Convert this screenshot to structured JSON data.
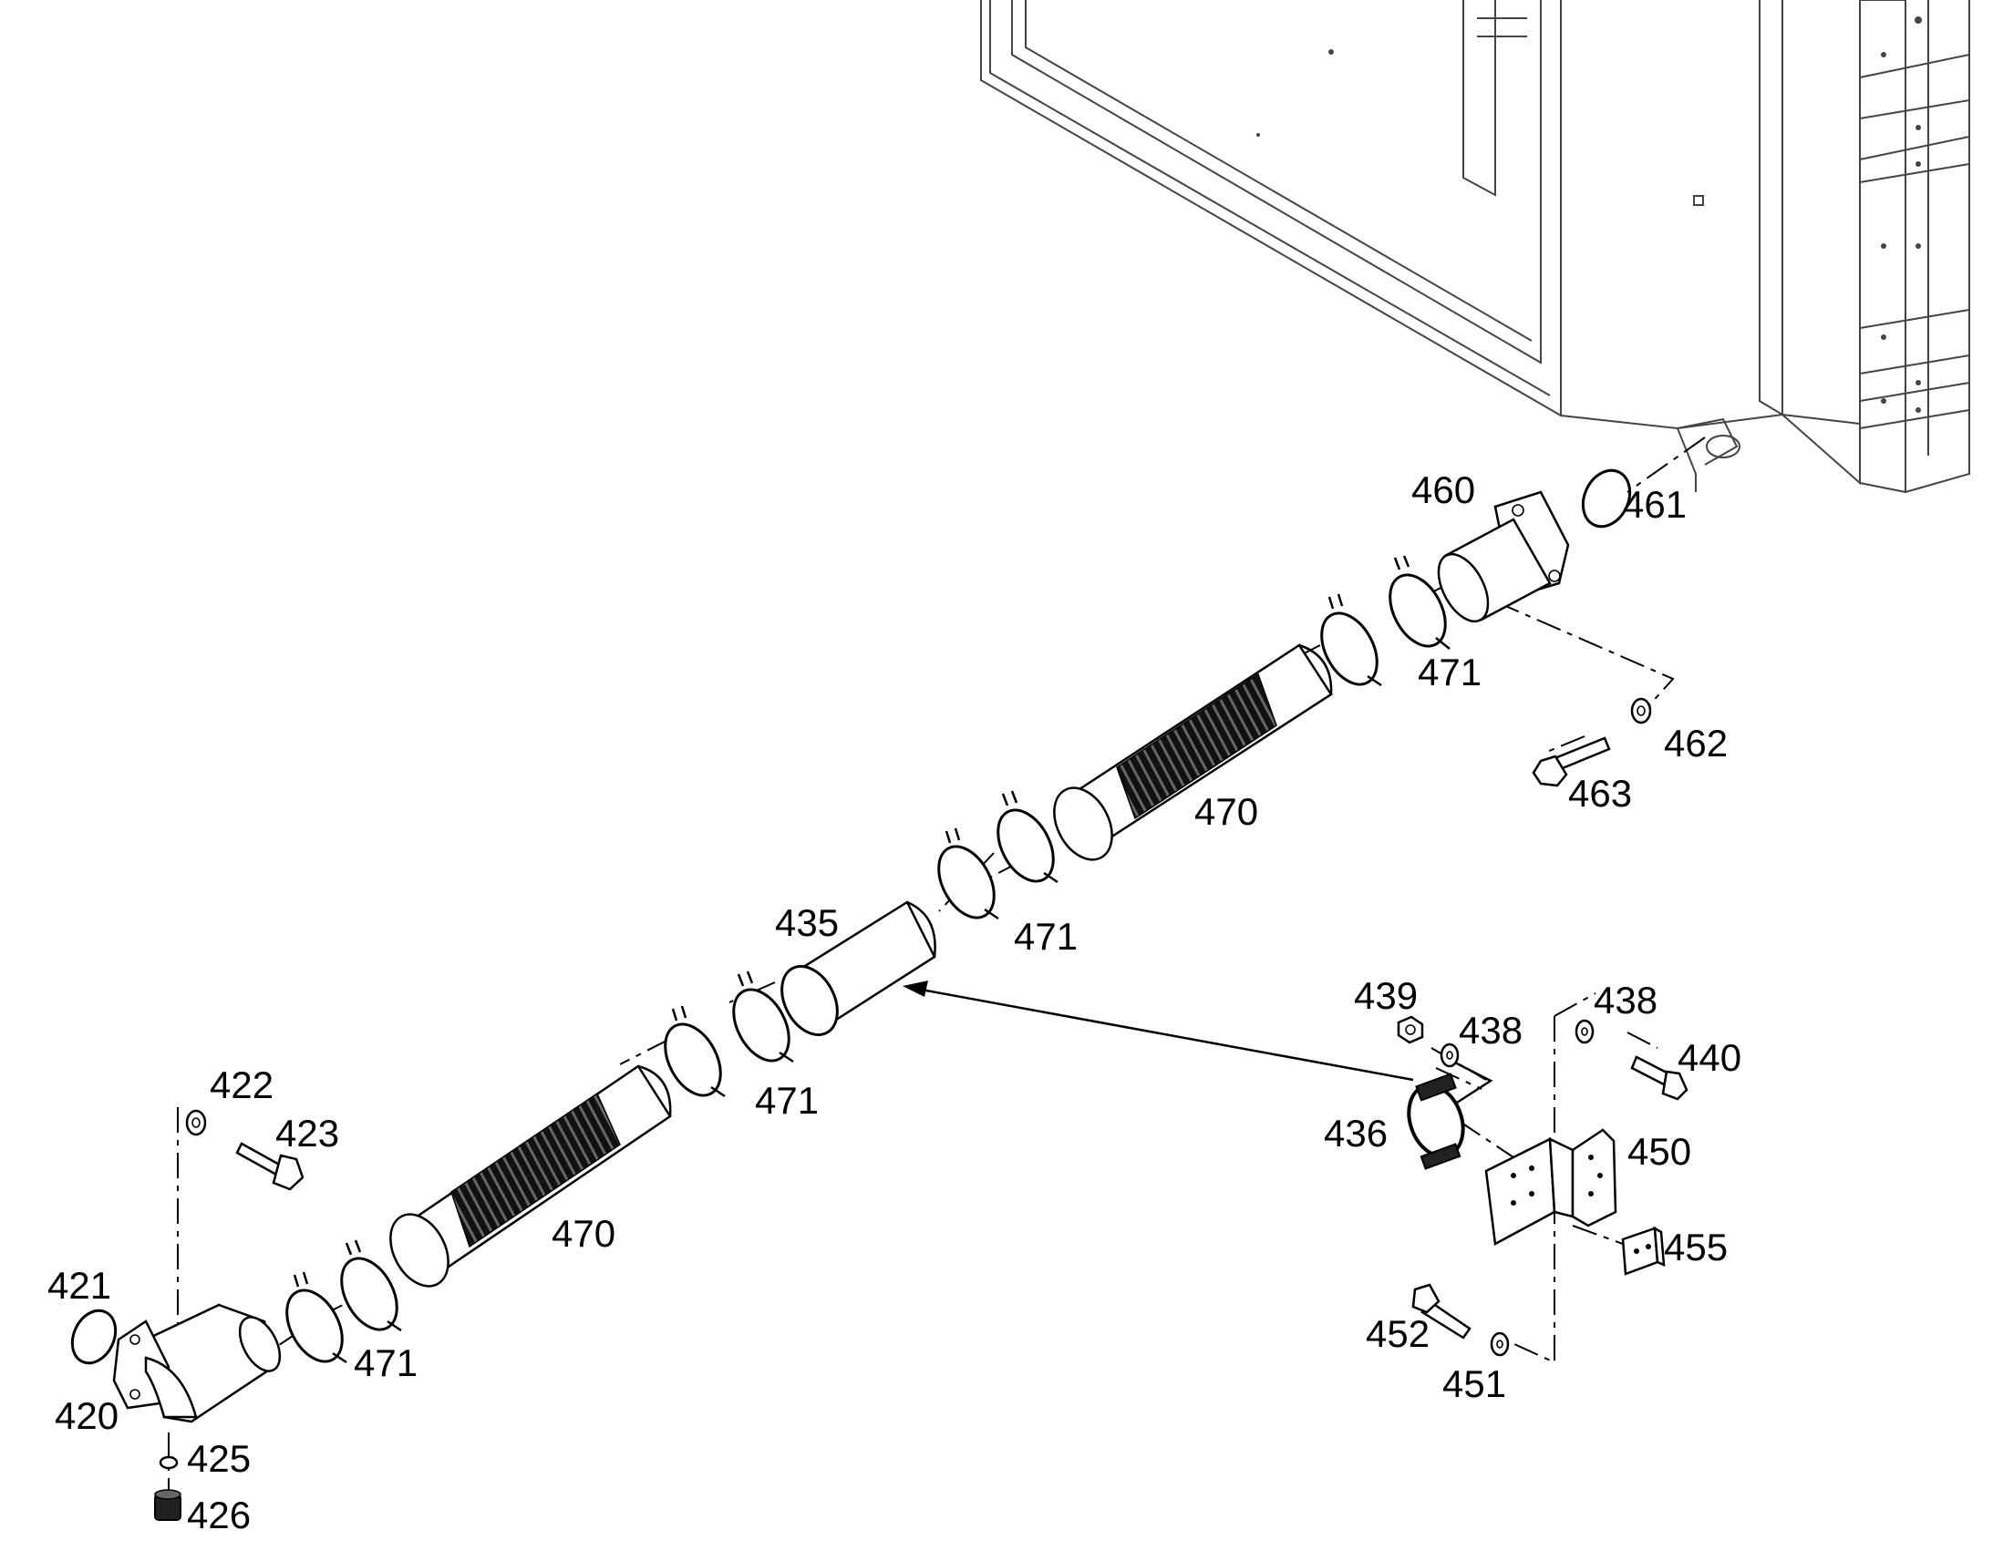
{
  "part_labels": {
    "p460": "460",
    "p461": "461",
    "p471a": "471",
    "p462": "462",
    "p463": "463",
    "p470a": "470",
    "p435": "435",
    "p471b": "471",
    "p439": "439",
    "p438a": "438",
    "p438b": "438",
    "p440": "440",
    "p436": "436",
    "p450": "450",
    "p471c": "471",
    "p422": "422",
    "p423": "423",
    "p470b": "470",
    "p455": "455",
    "p421": "421",
    "p471d": "471",
    "p452": "452",
    "p451": "451",
    "p420": "420",
    "p425": "425",
    "p426": "426"
  }
}
